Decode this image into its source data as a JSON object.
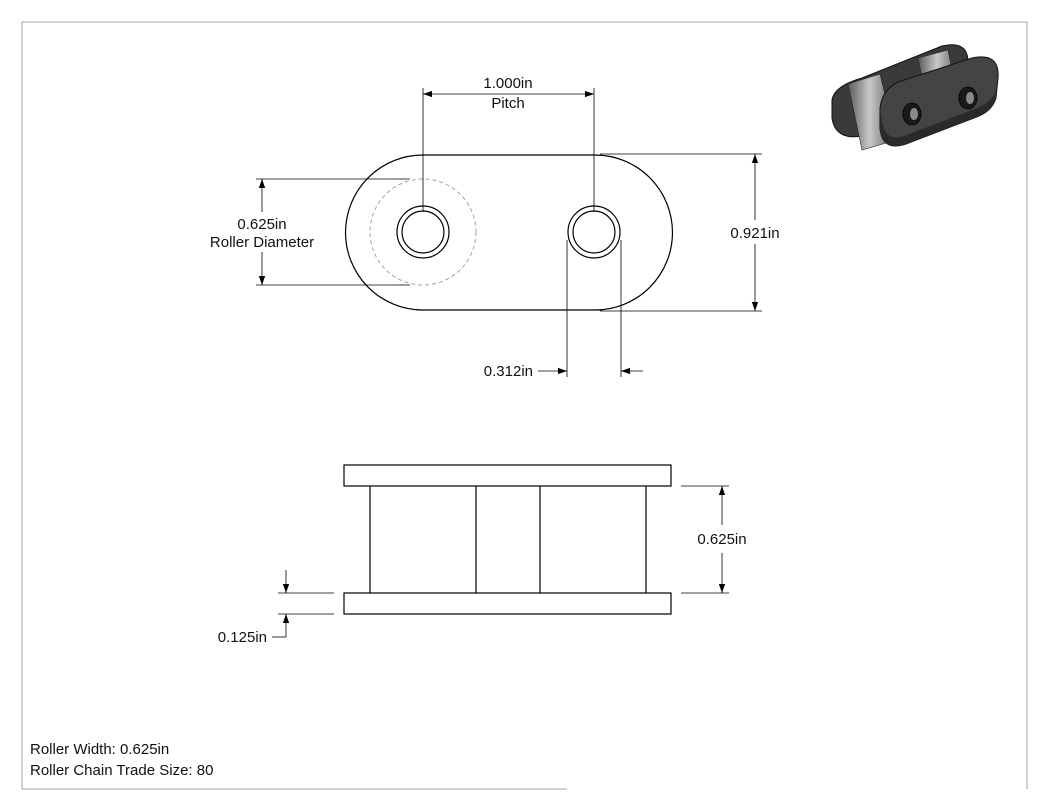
{
  "colors": {
    "line": "#000000",
    "hidden_line": "#9a9a9a",
    "iso_dark": "#3a3a3a",
    "iso_mid": "#6e6e6e",
    "iso_light": "#b0b0b0"
  },
  "dimensions": {
    "pitch_value": "1.000in",
    "pitch_label": "Pitch",
    "roller_diameter_value": "0.625in",
    "roller_diameter_label": "Roller Diameter",
    "plate_height": "0.921in",
    "pin_diameter": "0.312in",
    "inner_width": "0.625in",
    "plate_thickness": "0.125in"
  },
  "notes": {
    "roller_width": "Roller Width: 0.625in",
    "trade_size": "Roller Chain Trade Size: 80"
  },
  "icons": {
    "isometric": "roller-chain-link-3d-icon"
  }
}
